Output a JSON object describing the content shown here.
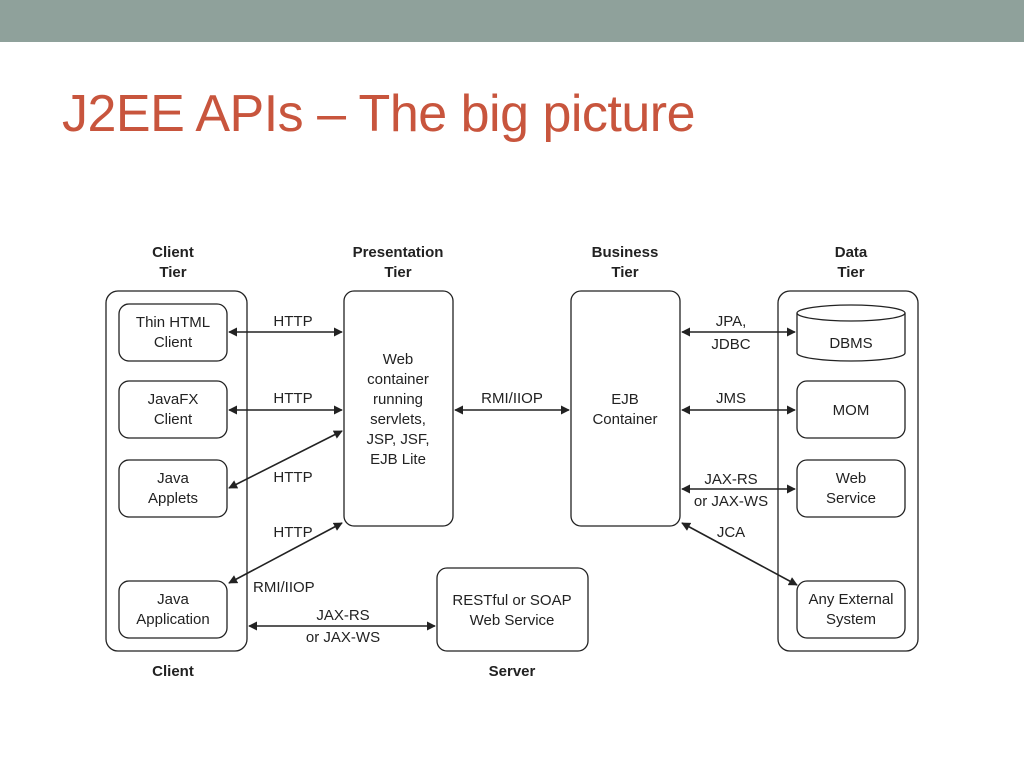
{
  "slide": {
    "title": "J2EE APIs – The big picture"
  },
  "tiers": {
    "client": [
      "Client",
      "Tier"
    ],
    "presentation": [
      "Presentation",
      "Tier"
    ],
    "business": [
      "Business",
      "Tier"
    ],
    "data": [
      "Data",
      "Tier"
    ]
  },
  "client_boxes": {
    "thin_html": [
      "Thin HTML",
      "Client"
    ],
    "javafx": [
      "JavaFX",
      "Client"
    ],
    "applets": [
      "Java",
      "Applets"
    ],
    "application": [
      "Java",
      "Application"
    ]
  },
  "web_container": [
    "Web",
    "container",
    "running",
    "servlets,",
    "JSP, JSF,",
    "EJB Lite"
  ],
  "ejb_container": [
    "EJB",
    "Container"
  ],
  "restful_service": [
    "RESTful or SOAP",
    "Web Service"
  ],
  "data_boxes": {
    "dbms": "DBMS",
    "mom": "MOM",
    "web_service": [
      "Web",
      "Service"
    ],
    "external": [
      "Any External",
      "System"
    ]
  },
  "connections": {
    "http": "HTTP",
    "rmi_iiop": "RMI/IIOP",
    "jax_rs": [
      "JAX-RS",
      "or JAX-WS"
    ],
    "jpa_jdbc": [
      "JPA,",
      "JDBC"
    ],
    "jms": "JMS",
    "jca": "JCA"
  },
  "footers": {
    "client": "Client",
    "server": "Server"
  },
  "colors": {
    "title": "#c8553d",
    "topbar": "#8fa19b"
  }
}
